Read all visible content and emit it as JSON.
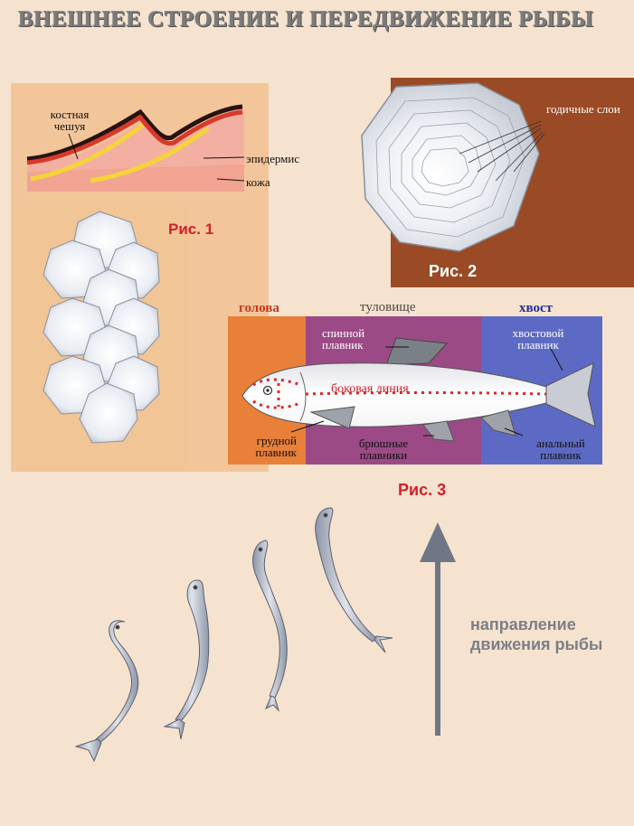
{
  "title": "ВНЕШНЕЕ СТРОЕНИЕ И ПЕРЕДВИЖЕНИЕ РЫБЫ",
  "fig1": {
    "caption": "Рис. 1",
    "labels": {
      "scale": "костная чешуя",
      "epidermis": "эпидермис",
      "skin": "кожа"
    }
  },
  "fig2": {
    "caption": "Рис. 2",
    "labels": {
      "rings": "годичные слои"
    }
  },
  "fig3": {
    "caption": "Рис. 3",
    "sections": {
      "head": "голова",
      "trunk": "туловище",
      "tail": "хвост"
    },
    "labels": {
      "dorsal": "спинной плавник",
      "caudal": "хвостовой плавник",
      "lateral": "боковая линия",
      "pectoral": "грудной плавник",
      "ventral": "брюшные плавники",
      "anal": "анальный плавник"
    }
  },
  "motion": {
    "direction_label": "направление движения рыбы"
  },
  "colors": {
    "head_band": "#e8803a",
    "trunk_band": "#9b4a86",
    "tail_band": "#5d6ac4",
    "caption_red": "#d3202a",
    "bark": "#9a4a24",
    "arrow": "#6f7686"
  }
}
